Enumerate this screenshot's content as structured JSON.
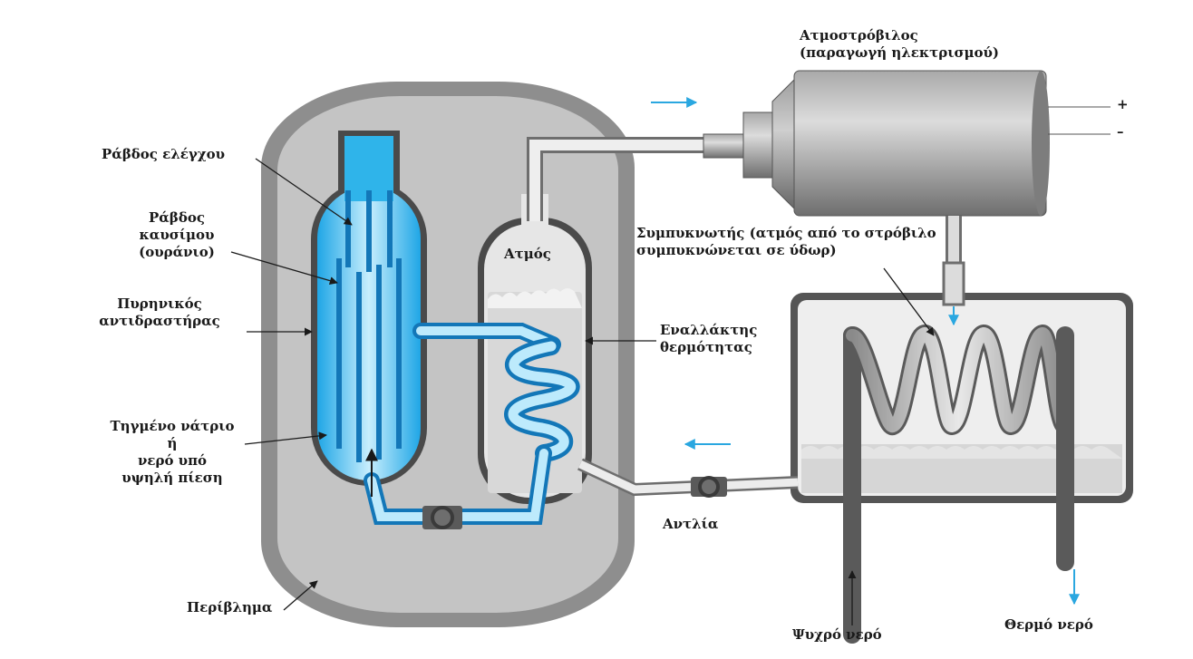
{
  "labels": {
    "turbine": [
      "Ατμοστρόβιλος",
      "(παραγωγή ηλεκτρισμού)"
    ],
    "control_rod": "Ράβδος ελέγχου",
    "fuel_rod": [
      "Ράβδος",
      "καυσίμου",
      "(ουράνιο)"
    ],
    "reactor": [
      "Πυρηνικός",
      "αντιδραστήρας"
    ],
    "steam": "Ατμός",
    "condenser": [
      "Συμπυκνωτής (ατμός από το στρόβιλο",
      "συμπυκνώνεται σε ύδωρ)"
    ],
    "heat_exchanger": [
      "Εναλλάκτης",
      "θερμότητας"
    ],
    "coolant": [
      "Τηγμένο νάτριο",
      "ή",
      "νερό υπό",
      "υψηλή πίεση"
    ],
    "pump": "Αντλία",
    "containment": "Περίβλημα",
    "cold_water": "Ψυχρό νερό",
    "hot_water": "Θερμό νερό",
    "plus": "+",
    "minus": "–"
  },
  "colors": {
    "shell": "#8e8e8e",
    "shell_inner": "#c4c4c4",
    "chamber": "#e6e6e6",
    "coolant_blue": "#2fb4ea",
    "coolant_light": "#bdeafc",
    "rod": "#1377b8",
    "flow_arrow": "#2aa7e0",
    "turbine": "#8c8c8c"
  }
}
